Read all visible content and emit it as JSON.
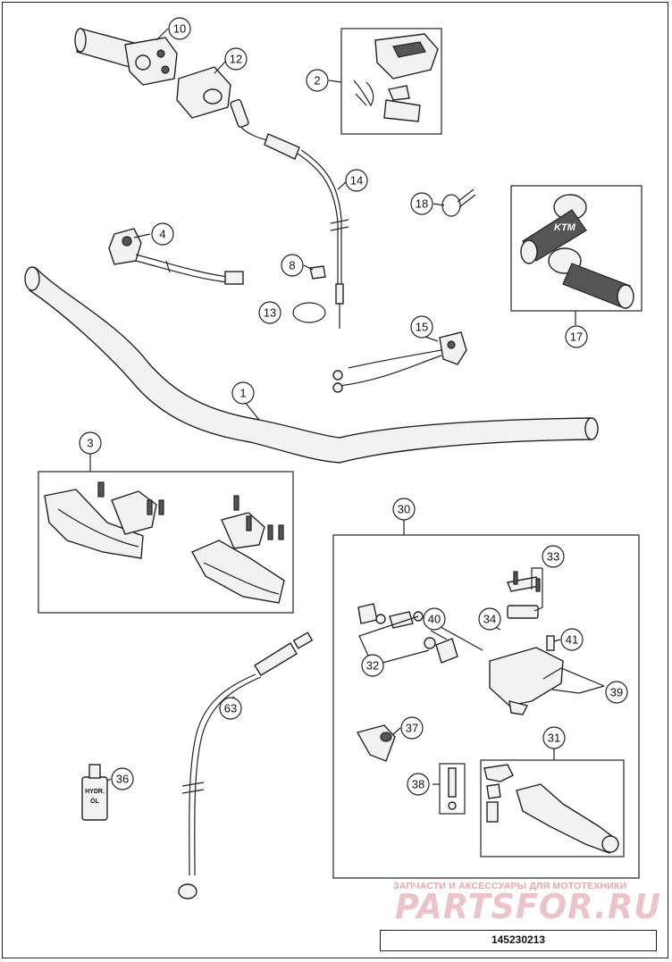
{
  "diagram": {
    "callouts": [
      "10",
      "12",
      "2",
      "14",
      "4",
      "18",
      "8",
      "13",
      "15",
      "17",
      "1",
      "3",
      "30",
      "33",
      "40",
      "34",
      "41",
      "32",
      "39",
      "63",
      "37",
      "31",
      "36",
      "38"
    ],
    "diagram_id": "145230213",
    "watermark_small": "ЗАПЧАСТИ И АКСЕССУАРЫ ДЛЯ МОТОТЕХНИКИ",
    "watermark_big": "PARTSFOR.RU",
    "grip_logo": "KTM",
    "oil_label_line1": "HYDR.",
    "oil_label_line2": "ÖL"
  }
}
